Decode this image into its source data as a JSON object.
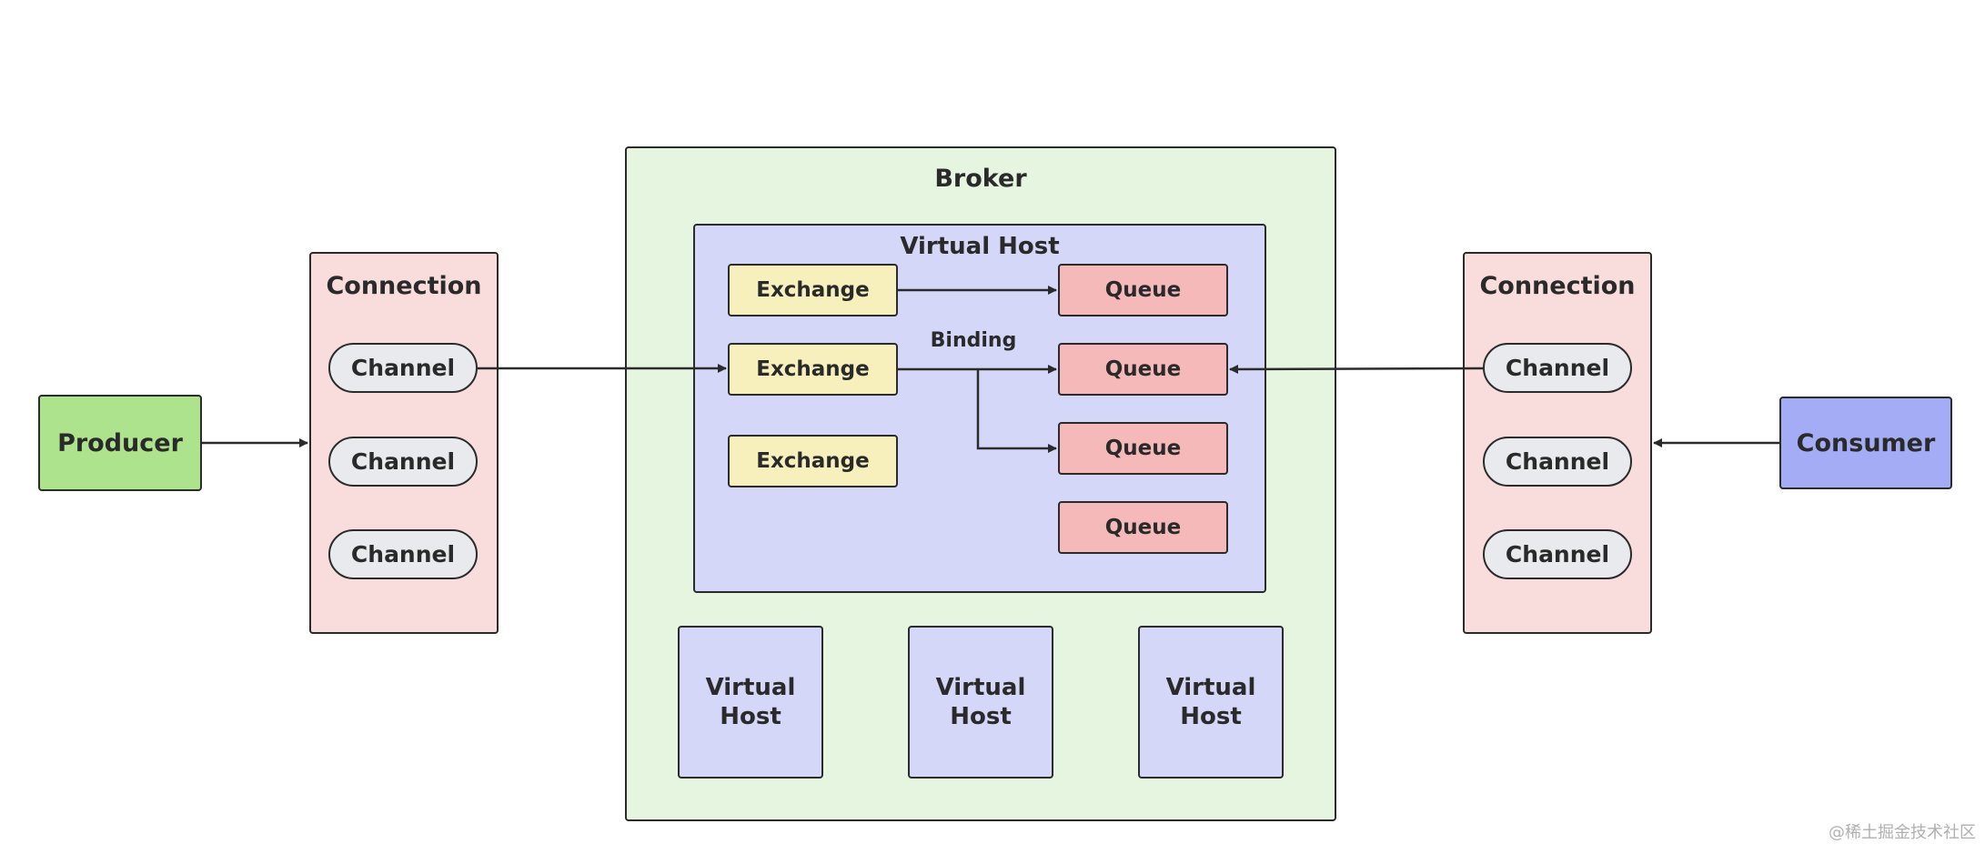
{
  "colors": {
    "producer": "#aee38e",
    "consumer": "#a3acf5",
    "connection": "#f9dcdc",
    "channel": "#e8eaed",
    "broker": "#e6f5df",
    "virtual_host": "#d4d7f8",
    "exchange": "#f7f0bd",
    "queue": "#f5b9b9",
    "stroke": "#2b2b2b"
  },
  "producer": {
    "label": "Producer"
  },
  "consumer": {
    "label": "Consumer"
  },
  "left_connection": {
    "title": "Connection",
    "channels": [
      "Channel",
      "Channel",
      "Channel"
    ]
  },
  "right_connection": {
    "title": "Connection",
    "channels": [
      "Channel",
      "Channel",
      "Channel"
    ]
  },
  "broker": {
    "title": "Broker",
    "main_vhost": {
      "title": "Virtual Host",
      "exchanges": [
        "Exchange",
        "Exchange",
        "Exchange"
      ],
      "queues": [
        "Queue",
        "Queue",
        "Queue",
        "Queue"
      ],
      "binding_label": "Binding"
    },
    "other_vhosts": [
      {
        "line1": "Virtual",
        "line2": "Host"
      },
      {
        "line1": "Virtual",
        "line2": "Host"
      },
      {
        "line1": "Virtual",
        "line2": "Host"
      }
    ]
  },
  "watermark": "@稀土掘金技术社区"
}
